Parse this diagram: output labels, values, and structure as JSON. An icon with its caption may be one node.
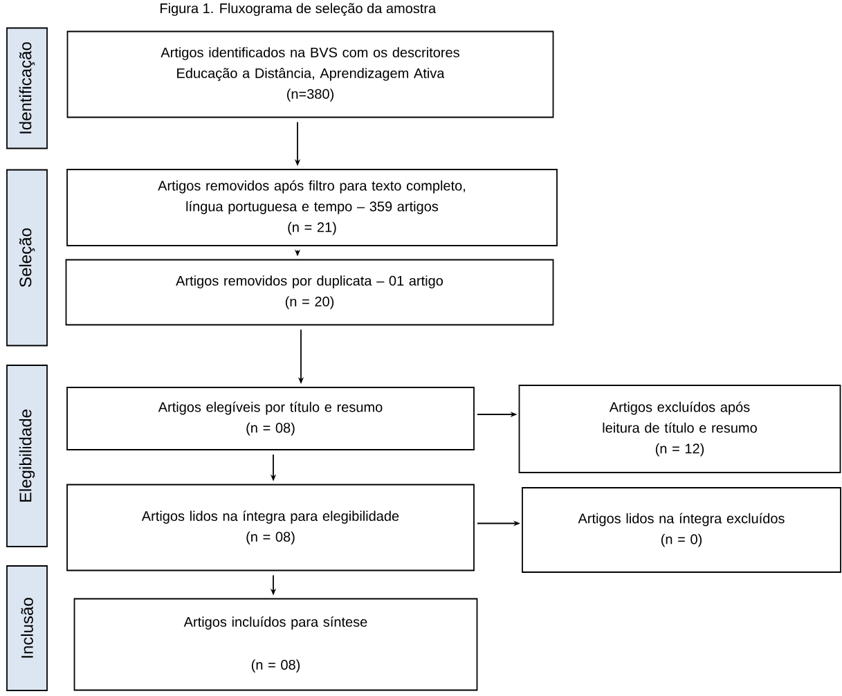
{
  "diagram": {
    "title": "Figura 1. Fluxograma de seleção da amostra",
    "nodes": [
      {
        "text": [
          "Identificação"
        ]
      },
      {
        "text": [
          "Seleção"
        ]
      },
      {
        "text": [
          "Elegibilidade"
        ]
      },
      {
        "text": [
          "Inclusão"
        ]
      },
      {
        "text": [
          "Artigos identificados na BVS com os descritores Educação a Distância, Aprendizagem Ativa",
          "(n=380)"
        ]
      },
      {
        "text": [
          "Artigos removidos após filtro para texto completo, língua portuguesa e tempo – 359 artigos",
          "(n = 21)"
        ]
      },
      {
        "text": [
          "Artigos removidos por duplicata – 01 artigo",
          "(n = 20)"
        ]
      },
      {
        "text": [
          "Artigos elegíveis por título e resumo",
          "(n = 08)"
        ]
      },
      {
        "text": [
          "Artigos excluídos após leitura de título e resumo",
          "(n = 12)"
        ]
      },
      {
        "text": [
          "Artigos lidos na íntegra para elegibilidade",
          "(n = 08)"
        ]
      },
      {
        "text": [
          "Artigos lidos na íntegra excluídos",
          "(n = 0)"
        ]
      },
      {
        "text": [
          "Artigos incluídos para síntese",
          "(n = 08)"
        ]
      }
    ],
    "edges": [
      {
        "from": 4,
        "to": 5,
        "arrow": "to"
      },
      {
        "from": 5,
        "to": 6,
        "arrow": "to"
      },
      {
        "from": 6,
        "to": 7,
        "arrow": "to"
      },
      {
        "from": 7,
        "to": 8,
        "arrow": "to"
      },
      {
        "from": 7,
        "to": 9,
        "arrow": "to"
      },
      {
        "from": 9,
        "to": 10,
        "arrow": "to"
      },
      {
        "from": 9,
        "to": 11,
        "arrow": "to"
      }
    ]
  }
}
